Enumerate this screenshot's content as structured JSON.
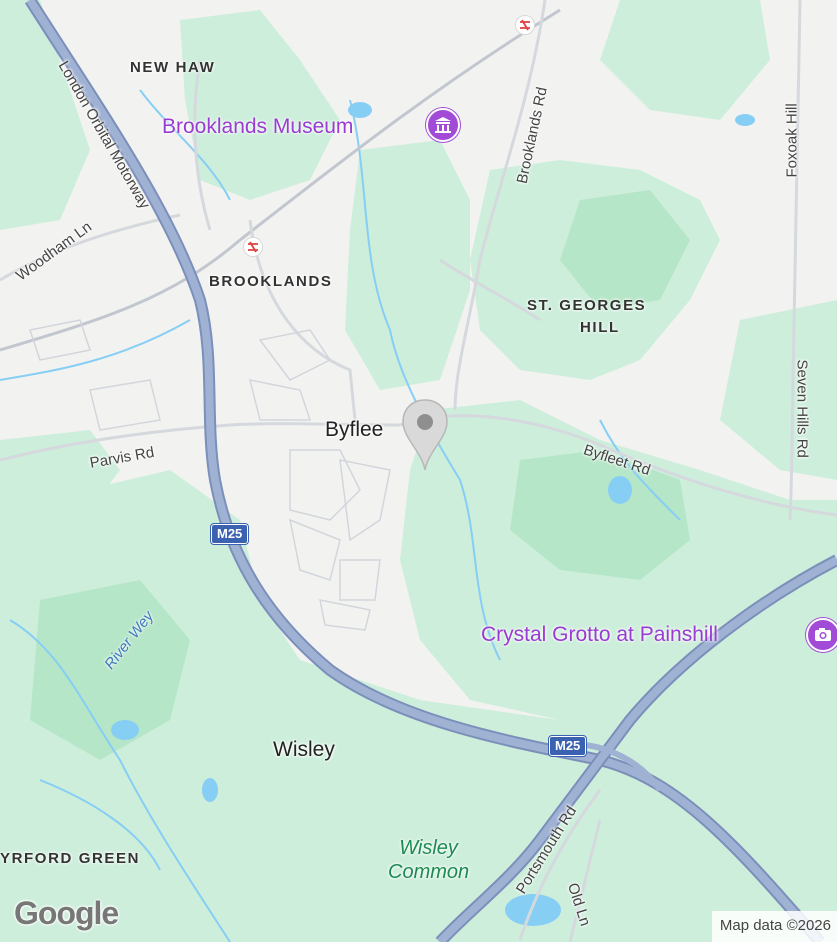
{
  "map": {
    "colors": {
      "land": "#f2f3f1",
      "green": "#cdeedb",
      "green_dark": "#b6e6c8",
      "water": "#87cef5",
      "motorway": "#8a9fc7",
      "motorway_casing": "#7b8fba",
      "road": "#c9ced6",
      "poi": "#9a3bd2",
      "park_label": "#1d8a52",
      "shield": "#3b62b0"
    },
    "area_labels": {
      "new_haw": "NEW HAW",
      "brooklands": "BROOKLANDS",
      "st_georges_hill_1": "ST. GEORGES",
      "st_georges_hill_2": "HILL",
      "pyrford_green": "YRFORD GREEN"
    },
    "town_labels": {
      "byfleet": "Byflee",
      "wisley": "Wisley"
    },
    "road_labels": {
      "london_orbital": "London Orbital Motorway",
      "woodham_ln": "Woodham Ln",
      "brooklands_rd": "Brooklands Rd",
      "foxoak_hill": "Foxoak Hill",
      "seven_hills_rd": "Seven Hills Rd",
      "parvis_rd": "Parvis Rd",
      "byfleet_rd": "Byfleet Rd",
      "portsmouth_rd": "Portsmouth Rd",
      "old_ln": "Old Ln"
    },
    "water_labels": {
      "river_wey": "River Wey"
    },
    "park_labels": {
      "wisley_common_1": "Wisley",
      "wisley_common_2": "Common"
    },
    "poi_labels": {
      "brooklands_museum": "Brooklands Museum",
      "crystal_grotto": "Crystal Grotto at Painshill"
    },
    "icons": {
      "museum": "museum-icon",
      "camera": "camera-icon",
      "station": "train-station-icon",
      "pin": "map-pin-icon"
    },
    "shields": {
      "m25_a": "M25",
      "m25_b": "M25"
    },
    "logo": "Google",
    "attribution": "Map data ©2026"
  }
}
